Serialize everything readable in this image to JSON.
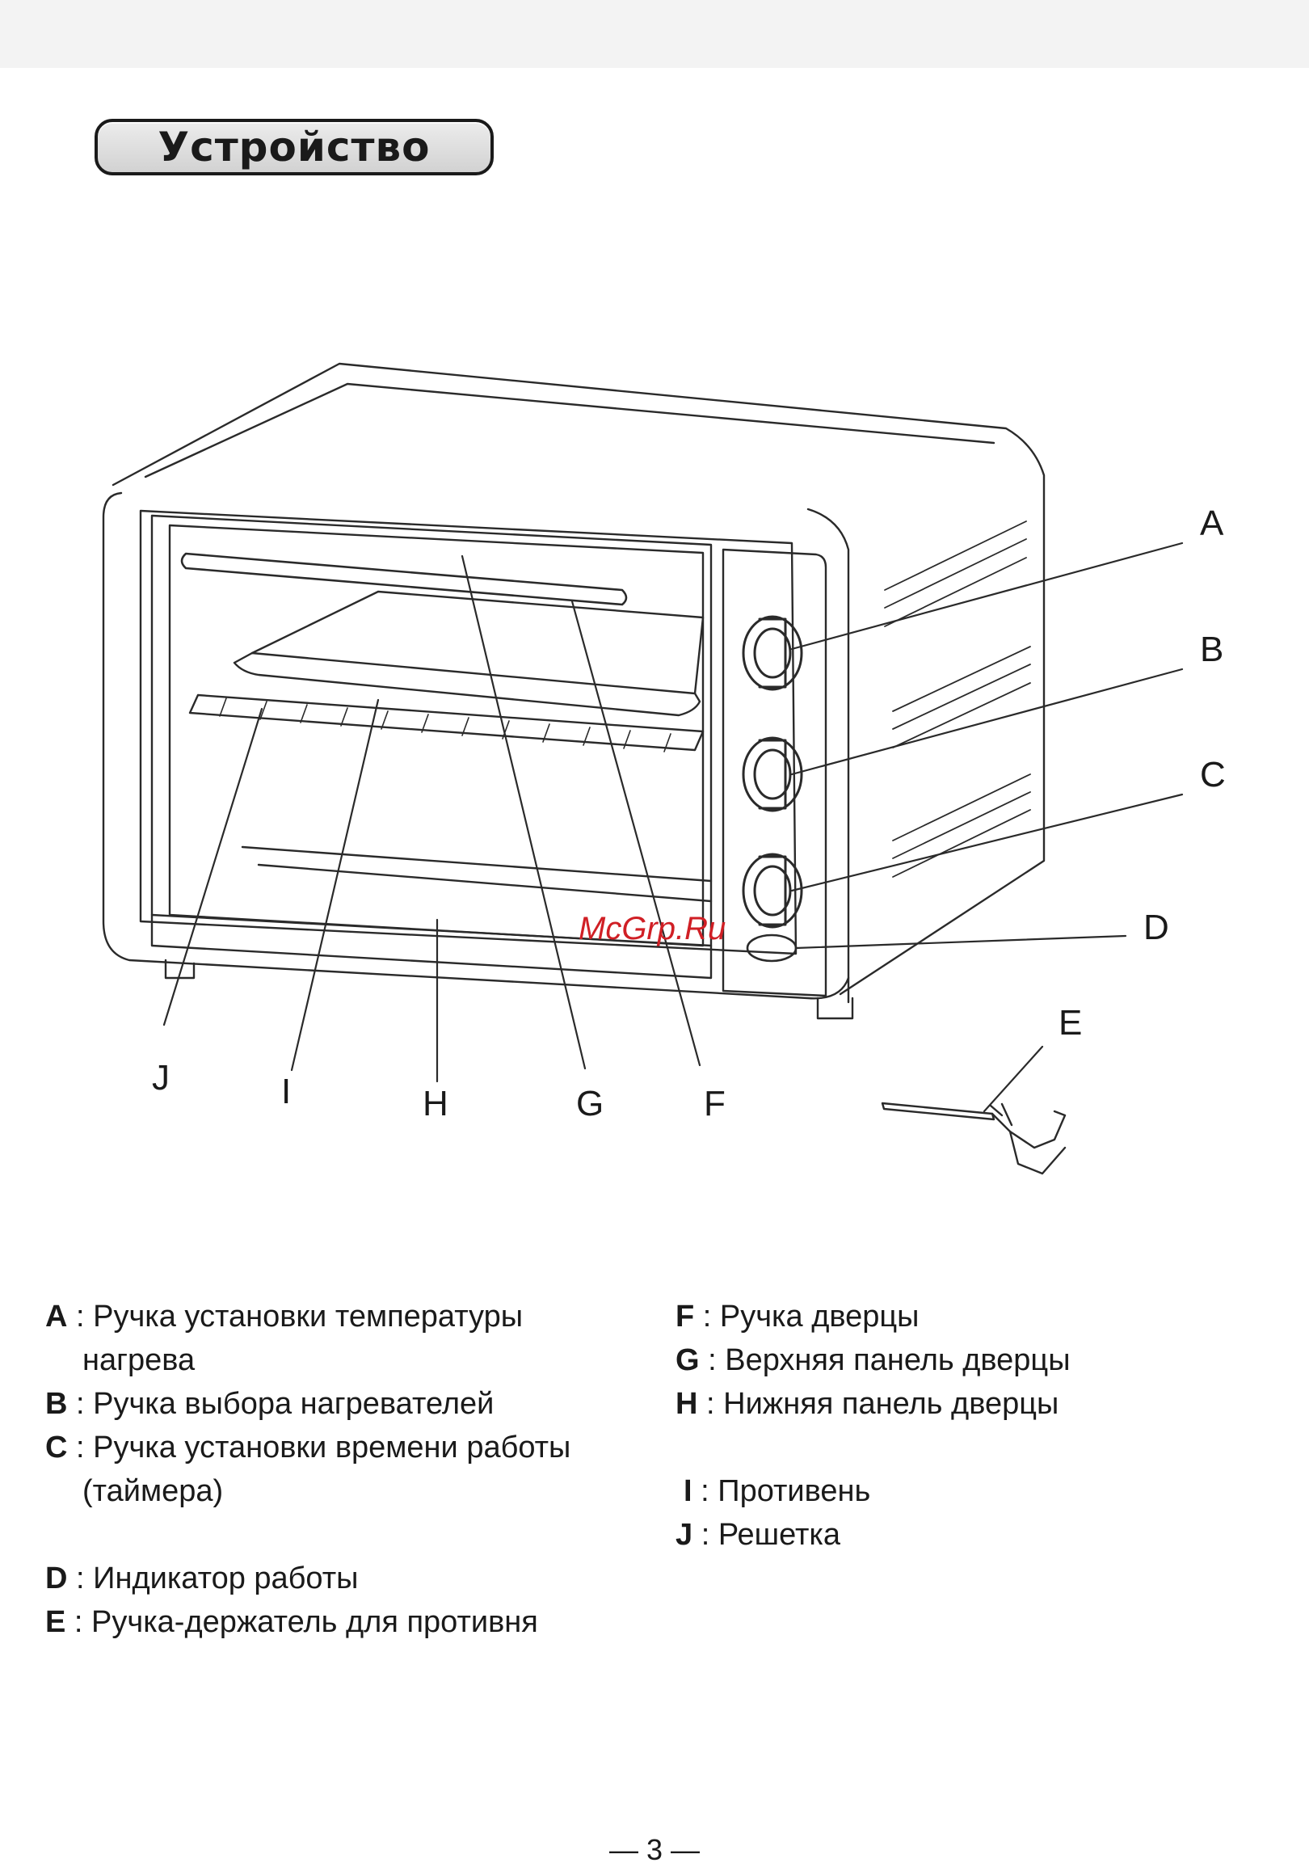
{
  "title": "Устройство",
  "watermark": "McGrp.Ru",
  "callouts": [
    "A",
    "B",
    "C",
    "D",
    "E",
    "F",
    "G",
    "H",
    "I",
    "J"
  ],
  "legend": [
    {
      "key": "A",
      "sep": " : ",
      "text": "Ручка установки температуры",
      "cont": "нагрева"
    },
    {
      "key": "B",
      "sep": " : ",
      "text": "Ручка выбора нагревателей",
      "cont": ""
    },
    {
      "key": "C",
      "sep": " : ",
      "text": "Ручка установки времени работы",
      "cont": "(таймера)"
    },
    {
      "key": "D",
      "sep": " : ",
      "text": "Индикатор работы",
      "cont": ""
    },
    {
      "key": "E",
      "sep": " : ",
      "text": "Ручка-держатель для противня",
      "cont": ""
    },
    {
      "key": "F",
      "sep": " : ",
      "text": "Ручка дверцы",
      "cont": ""
    },
    {
      "key": "G",
      "sep": " : ",
      "text": "Верхняя панель дверцы",
      "cont": ""
    },
    {
      "key": "H",
      "sep": " : ",
      "text": "Нижняя панель дверцы",
      "cont": ""
    },
    {
      "key": "I",
      "sep": " : ",
      "text": "Противень",
      "cont": ""
    },
    {
      "key": "J",
      "sep": " : ",
      "text": "Решетка",
      "cont": ""
    }
  ],
  "page_number": "— 3 —"
}
